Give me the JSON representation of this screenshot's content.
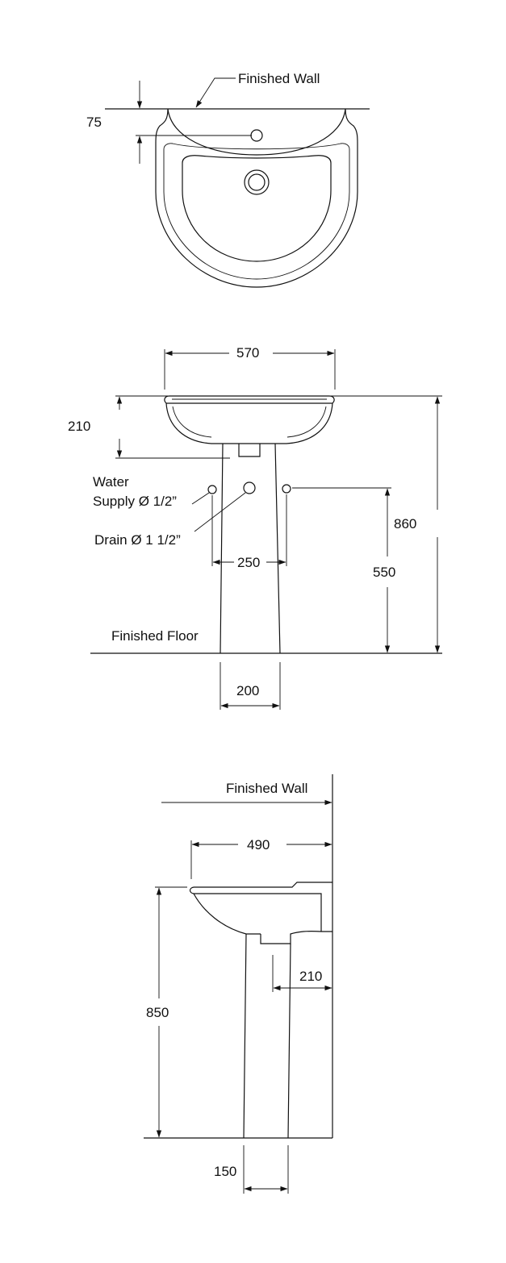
{
  "colors": {
    "line": "#111111",
    "background": "#ffffff"
  },
  "top_view": {
    "finished_wall_label": "Finished Wall",
    "dim_wall_offset": "75"
  },
  "front_view": {
    "dim_width": "570",
    "dim_bowl_depth": "210",
    "water_supply_label_line1": "Water",
    "water_supply_label_line2": "Supply Ø 1/2”",
    "drain_label": "Drain Ø 1 1/2”",
    "dim_supply_spacing": "250",
    "dim_total_height": "860",
    "dim_supply_height": "550",
    "finished_floor_label": "Finished Floor",
    "dim_pedestal_width": "200"
  },
  "side_view": {
    "finished_wall_label": "Finished Wall",
    "dim_projection": "490",
    "dim_pedestal_offset": "210",
    "dim_height": "850",
    "dim_pedestal_depth": "150"
  }
}
